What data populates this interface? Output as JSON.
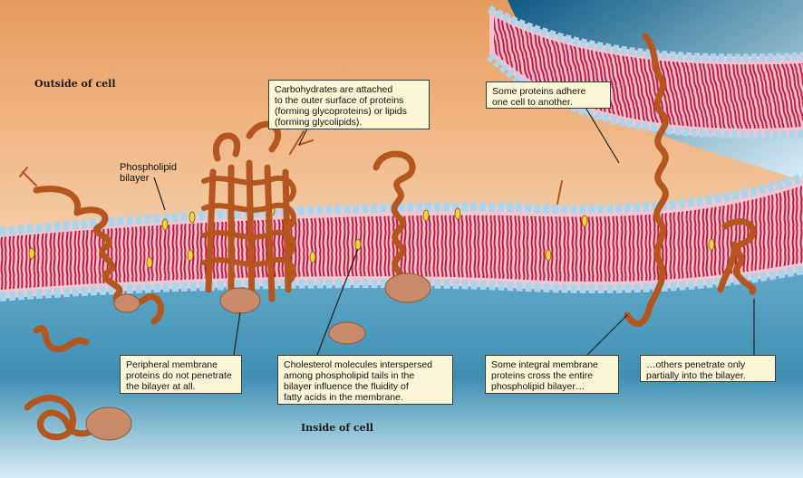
{
  "diagram": {
    "regions": {
      "outside": "Outside of cell",
      "inside": "Inside of cell"
    },
    "labels": {
      "phospholipid": [
        "Phospholipid",
        "bilayer"
      ]
    },
    "callouts": {
      "carbohydrates": [
        "Carbohydrates are attached",
        "to the outer surface of proteins",
        "(forming glycoproteins) or lipids",
        "(forming glycolipids)."
      ],
      "adhere": [
        "Some proteins adhere",
        "one cell to another."
      ],
      "peripheral": [
        "Peripheral membrane",
        "proteins do not penetrate",
        "the bilayer at all."
      ],
      "cholesterol": [
        "Cholesterol molecules interspersed",
        "among phospholipid tails in the",
        "bilayer influence the fluidity of",
        "fatty acids in the membrane."
      ],
      "integral": [
        "Some integral membrane",
        "proteins cross the entire",
        "phospholipid bilayer…"
      ],
      "partial": [
        "…others penetrate only",
        "partially into the bilayer."
      ]
    },
    "colors": {
      "outside_top": "#e89a5c",
      "outside_mid": "#f6dcc2",
      "inside": "#3f8fb3",
      "lipid_head": "#a9d6ef",
      "lipid_tail": "#c8143c",
      "protein": "#b5561f",
      "callout_bg": "#fbf6d6"
    }
  }
}
